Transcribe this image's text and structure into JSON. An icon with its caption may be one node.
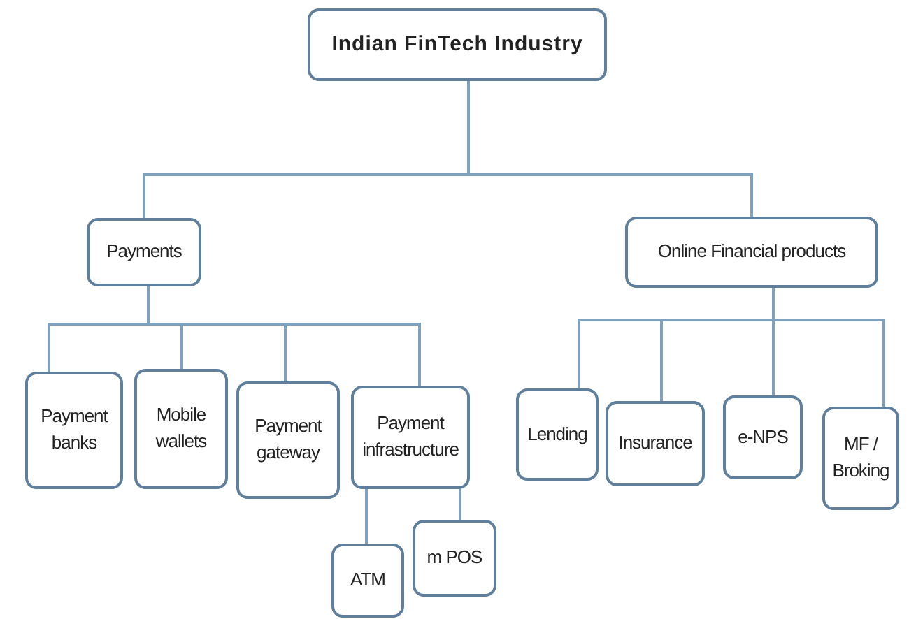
{
  "diagram": {
    "nodes": [
      {
        "text": [
          "Indian FinTech Industry"
        ]
      },
      {
        "text": [
          "Payments"
        ]
      },
      {
        "text": [
          "Online Financial products"
        ]
      },
      {
        "text": [
          "Payment banks"
        ]
      },
      {
        "text": [
          "Mobile wallets"
        ]
      },
      {
        "text": [
          "Payment gateway"
        ]
      },
      {
        "text": [
          "Payment infrastructure"
        ]
      },
      {
        "text": [
          "ATM"
        ]
      },
      {
        "text": [
          "m POS"
        ]
      },
      {
        "text": [
          "Lending"
        ]
      },
      {
        "text": [
          "Insurance"
        ]
      },
      {
        "text": [
          "e-NPS"
        ]
      },
      {
        "text": [
          "MF / Broking"
        ]
      }
    ],
    "edges": [
      {
        "from": 0,
        "to": 1,
        "arrow": "none"
      },
      {
        "from": 0,
        "to": 2,
        "arrow": "none"
      },
      {
        "from": 1,
        "to": 3,
        "arrow": "none"
      },
      {
        "from": 1,
        "to": 4,
        "arrow": "none"
      },
      {
        "from": 1,
        "to": 5,
        "arrow": "none"
      },
      {
        "from": 1,
        "to": 6,
        "arrow": "none"
      },
      {
        "from": 6,
        "to": 7,
        "arrow": "none"
      },
      {
        "from": 6,
        "to": 8,
        "arrow": "none"
      },
      {
        "from": 2,
        "to": 9,
        "arrow": "none"
      },
      {
        "from": 2,
        "to": 10,
        "arrow": "none"
      },
      {
        "from": 2,
        "to": 11,
        "arrow": "none"
      },
      {
        "from": 2,
        "to": 12,
        "arrow": "none"
      }
    ]
  }
}
